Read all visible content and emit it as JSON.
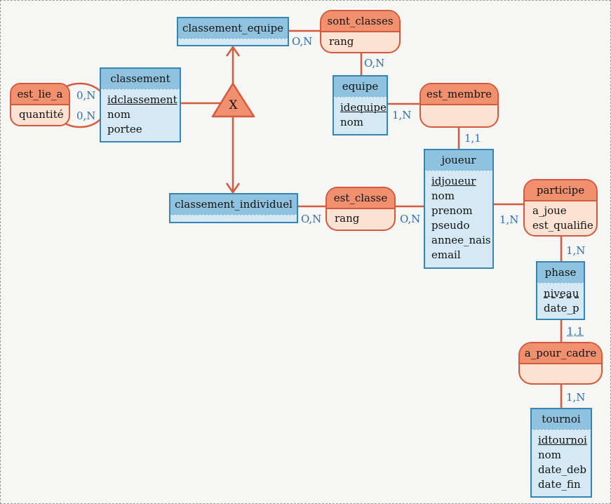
{
  "colors": {
    "entity_header": "#8fc2de",
    "entity_body": "#d5e9f5",
    "entity_border": "#3585b5",
    "relation_header": "#f0906e",
    "relation_body": "#fce2d2",
    "relation_border": "#d3583c",
    "line": "#d45b3e",
    "cardinality_text": "#2d6fae",
    "canvas_bg": "#f6f6f5"
  },
  "entities": {
    "classement_equipe": {
      "title": "classement_equipe",
      "attrs": []
    },
    "classement": {
      "title": "classement",
      "attrs": [
        "idclassement",
        "nom",
        "portee"
      ]
    },
    "equipe": {
      "title": "equipe",
      "attrs": [
        "idequipe",
        "nom"
      ]
    },
    "joueur": {
      "title": "joueur",
      "attrs": [
        "idjoueur",
        "nom",
        "prenom",
        "pseudo",
        "annee_nais",
        "email"
      ]
    },
    "classement_individuel": {
      "title": "classement_individuel",
      "attrs": []
    },
    "phase": {
      "title": "phase",
      "attrs": [
        "niveau",
        "date_p"
      ]
    },
    "tournoi": {
      "title": "tournoi",
      "attrs": [
        "idtournoi",
        "nom",
        "date_deb",
        "date_fin"
      ]
    }
  },
  "relations": {
    "est_lie_a": {
      "title": "est_lie_a",
      "attrs": [
        "quantité"
      ]
    },
    "sont_classes": {
      "title": "sont_classes",
      "attrs": [
        "rang"
      ]
    },
    "est_membre": {
      "title": "est_membre",
      "attrs": []
    },
    "est_classe": {
      "title": "est_classe",
      "attrs": [
        "rang"
      ]
    },
    "participe": {
      "title": "participe",
      "attrs": [
        "a_joue",
        "est_qualifie"
      ]
    },
    "a_pour_cadre": {
      "title": "a_pour_cadre",
      "attrs": []
    }
  },
  "cardinalities": {
    "est_lie_a_classement_top": "0,N",
    "est_lie_a_classement_bottom": "0,N",
    "classement_equipe_sont_classes": "O,N",
    "sont_classes_equipe": "O,N",
    "equipe_est_membre": "1,N",
    "est_membre_joueur": "1,1",
    "classement_individuel_est_classe": "O,N",
    "est_classe_joueur": "O,N",
    "joueur_participe": "1,N",
    "participe_phase": "1,N",
    "phase_a_pour_cadre": "1,1",
    "a_pour_cadre_tournoi": "1,N"
  },
  "inheritance": {
    "label": "X"
  }
}
